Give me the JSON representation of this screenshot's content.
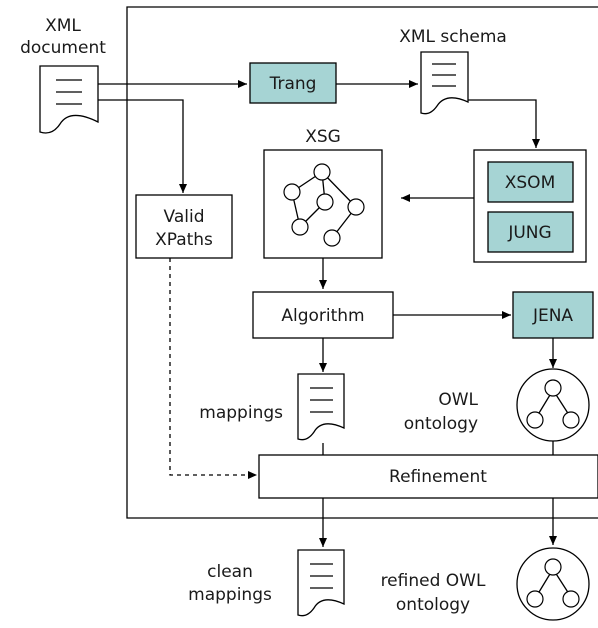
{
  "inputs": {
    "xml_document": [
      "XML",
      "document"
    ],
    "xml_schema": "XML schema"
  },
  "tools": {
    "trang": "Trang",
    "xsom": "XSOM",
    "jung": "JUNG",
    "jena": "JENA"
  },
  "graph": {
    "xsg": "XSG"
  },
  "processes": {
    "valid_xpaths": [
      "Valid",
      "XPaths"
    ],
    "algorithm": "Algorithm",
    "refinement": "Refinement"
  },
  "outputs": {
    "mappings": "mappings",
    "owl_ontology": [
      "OWL",
      "ontology"
    ],
    "clean_mappings": [
      "clean",
      "mappings"
    ],
    "refined_owl_ontology": [
      "refined OWL",
      "ontology"
    ]
  },
  "colors": {
    "tool_fill": "#a6d4d4",
    "stroke": "#000000"
  }
}
